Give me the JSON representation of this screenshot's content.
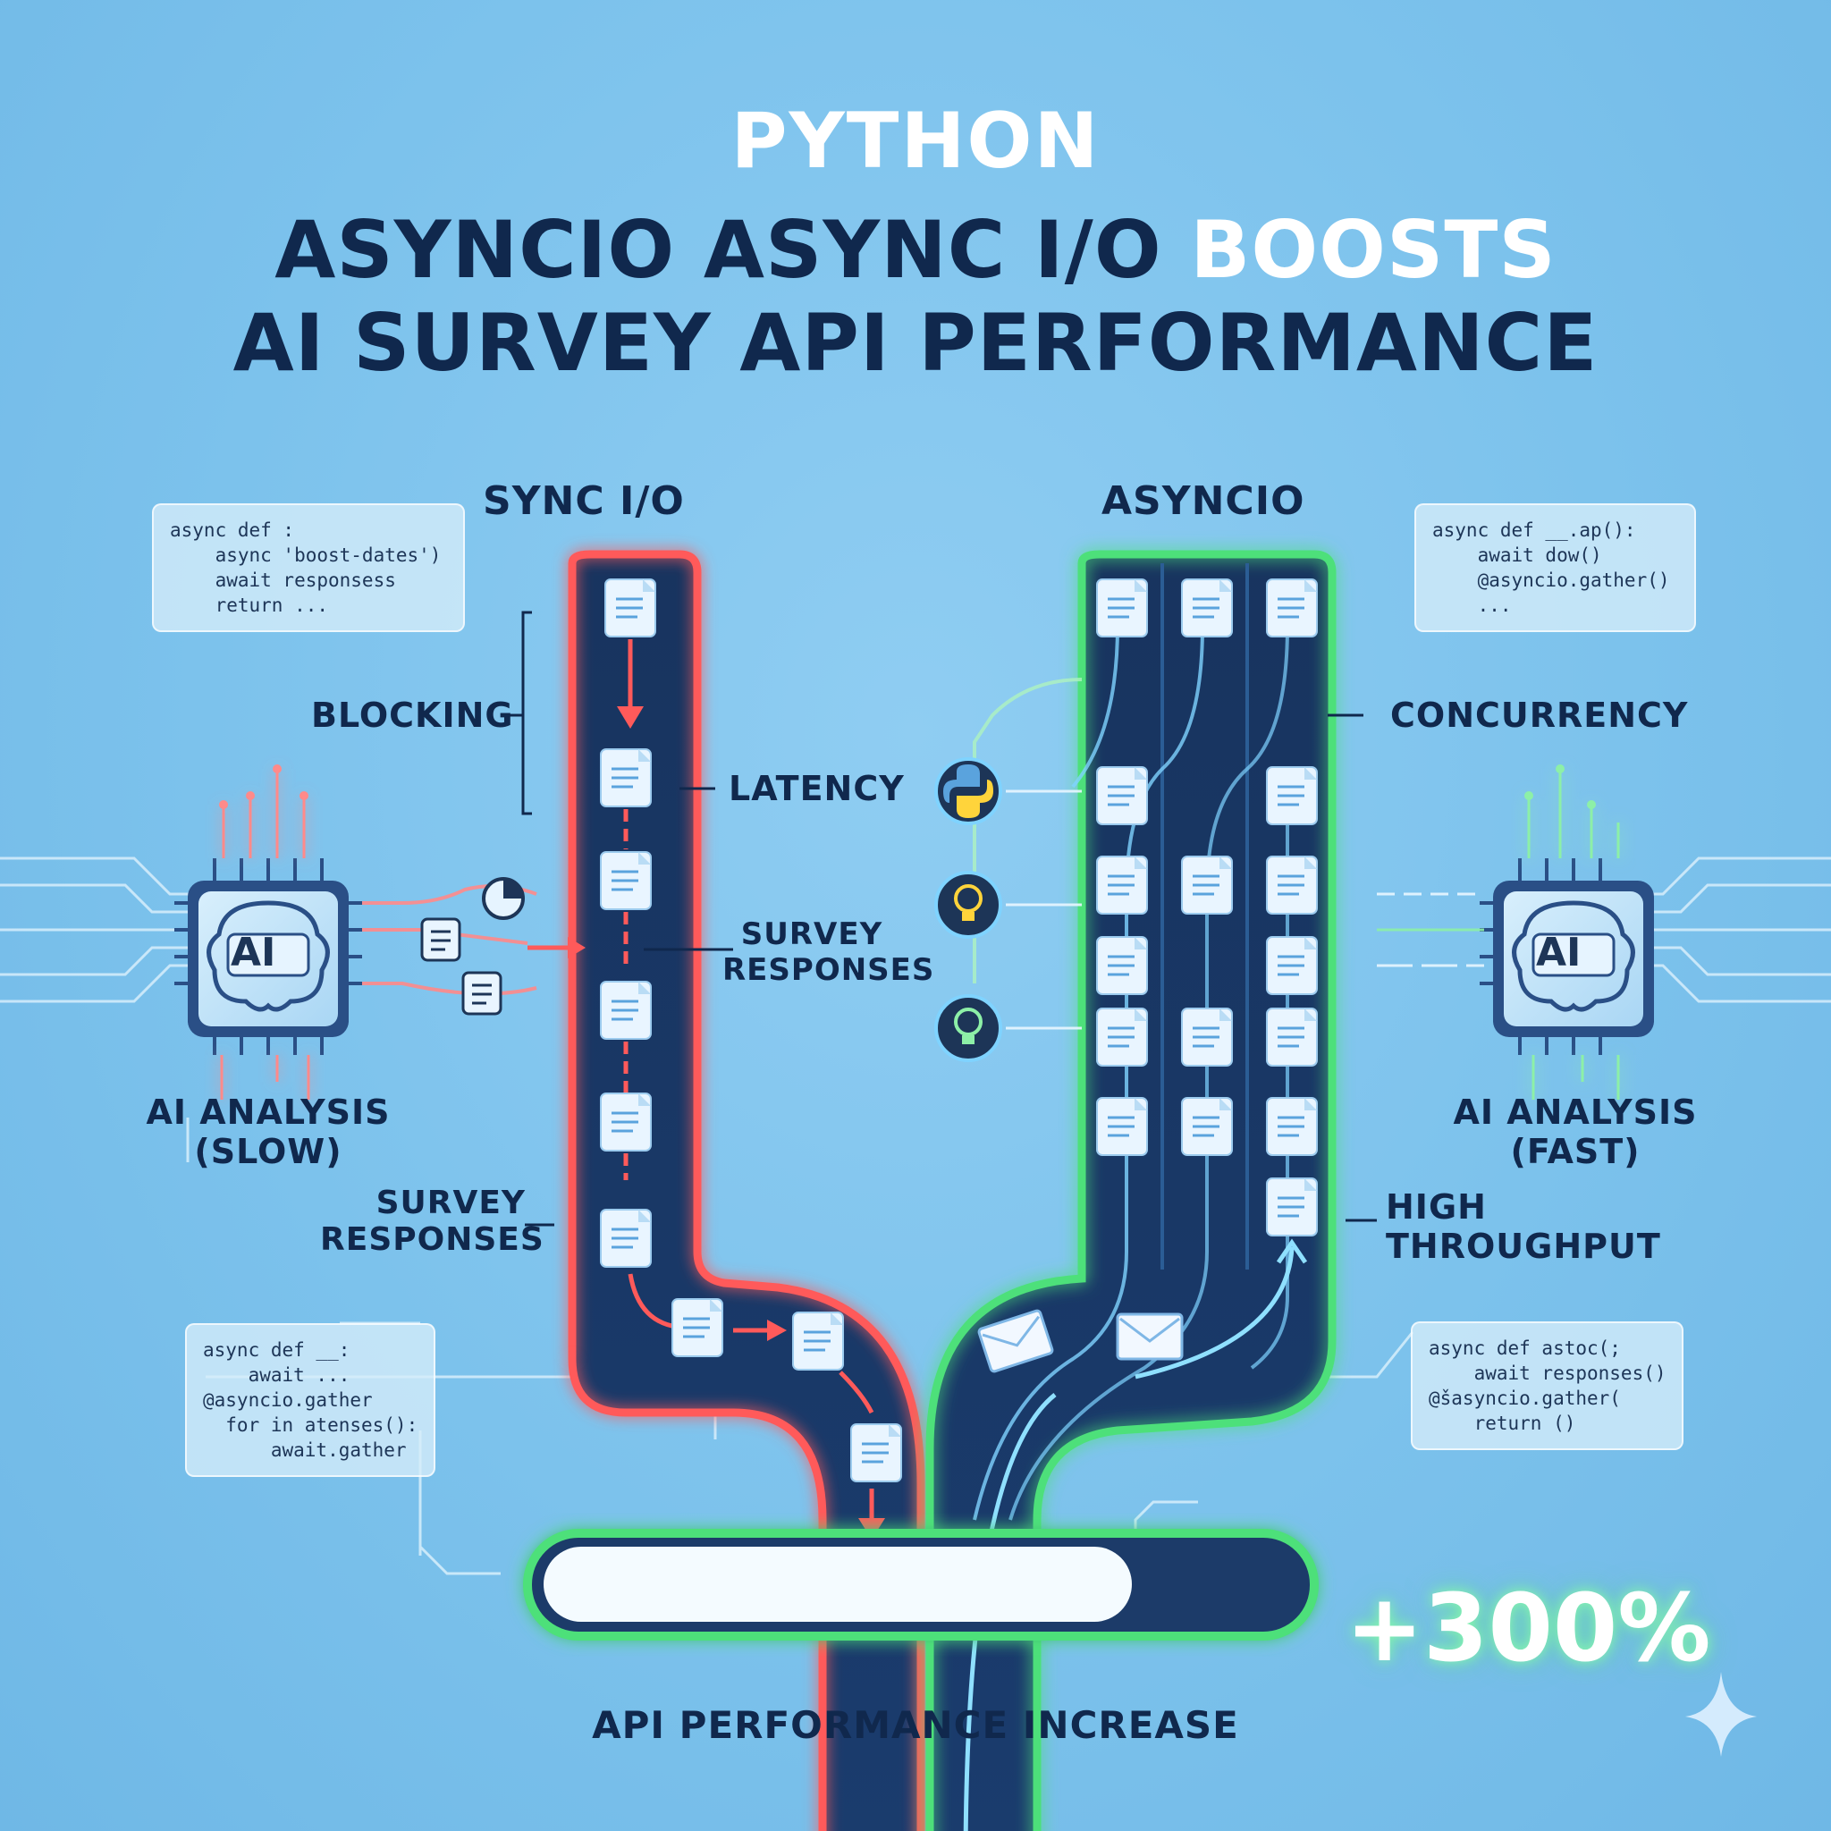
{
  "title": {
    "supertitle": "PYTHON",
    "line1_part1": "ASYNCIO ASYNC I/O",
    "line1_part2": "BOOSTS",
    "line2": "AI SURVEY API PERFORMANCE"
  },
  "sync": {
    "header": "SYNC I/O",
    "blocking": "BLOCKING",
    "latency": "LATENCY",
    "survey_responses_1": "SURVEY",
    "survey_responses_2": "RESPONSES",
    "left_survey_1": "SURVEY",
    "left_survey_2": "RESPONSES",
    "ai_chip_label": "AI",
    "ai_analysis_1": "AI ANALYSIS",
    "ai_analysis_2": "(SLOW)",
    "color": "#ff5a5a"
  },
  "async": {
    "header": "ASYNCIO",
    "concurrency": "CONCURRENCY",
    "high_throughput_1": "HIGH",
    "high_throughput_2": "THROUGHPUT",
    "ai_chip_label": "AI",
    "ai_analysis_1": "AI ANALYSIS",
    "ai_analysis_2": "(FAST)",
    "color": "#4ee07a"
  },
  "code_snippets": {
    "top_left": [
      "async def :",
      "    async 'boost-dates')",
      "    await responsess",
      "    return ..."
    ],
    "top_right": [
      "async def __.ap():",
      "    await dow()",
      "    @asyncio.gather()",
      "    ..."
    ],
    "bottom_left": [
      "async def __:",
      "    await ...",
      "@asyncio.gather",
      "  for in atenses():",
      "      await.gather"
    ],
    "bottom_right": [
      "async def astoc(;",
      "    await responses()",
      "@šasyncio.gather(",
      "    return ()"
    ]
  },
  "performance": {
    "value_label": "+300%",
    "bar_fill_fraction": 0.78,
    "caption": "API PERFORMANCE INCREASE"
  },
  "icons": [
    "ai-chip-icon",
    "document-icon",
    "python-logo-icon",
    "lightbulb-icon",
    "envelope-icon",
    "sparkle-icon",
    "gauge-icon"
  ]
}
